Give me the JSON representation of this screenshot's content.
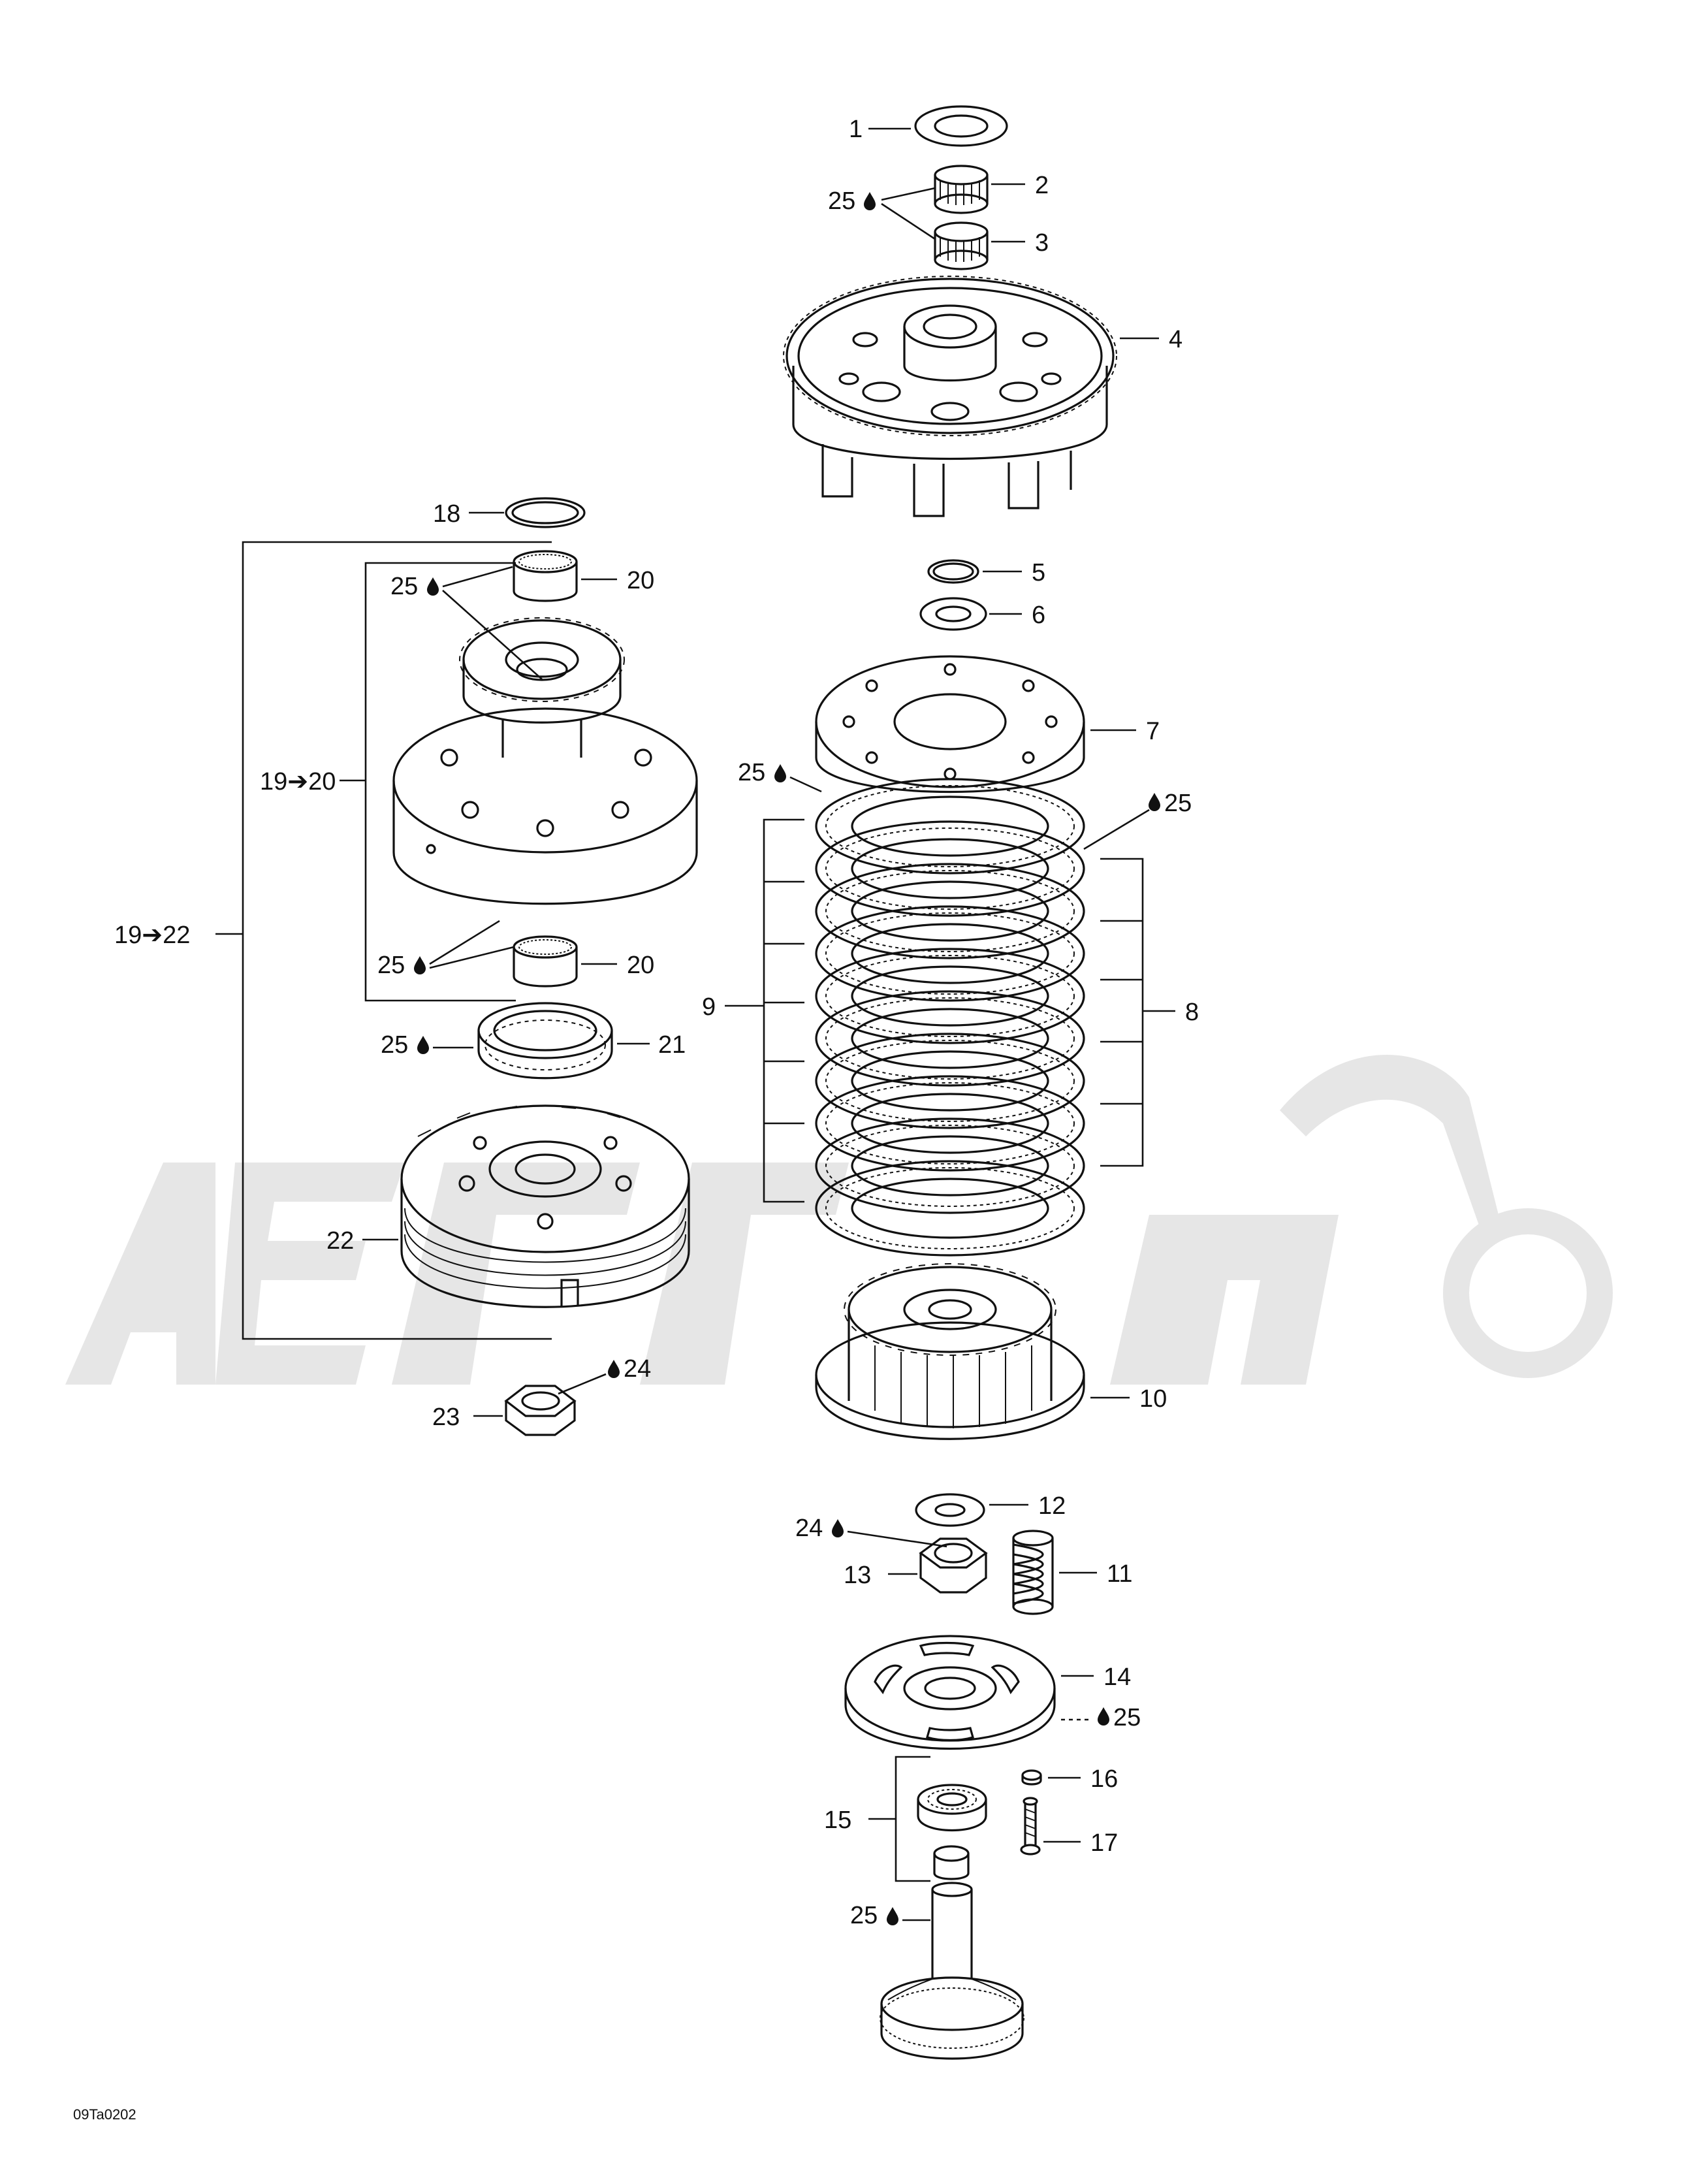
{
  "labels": {
    "l1": "1",
    "l2": "2",
    "l25a": "25",
    "l3": "3",
    "l4": "4",
    "l5": "5",
    "l6": "6",
    "l7": "7",
    "l25b": "25",
    "l25c": "25",
    "l8": "8",
    "l9": "9",
    "l10": "10",
    "l12": "12",
    "l24a": "24",
    "l11": "11",
    "l13": "13",
    "l14": "14",
    "l25d": "25",
    "l16": "16",
    "l15": "15",
    "l17": "17",
    "l25e": "25",
    "l18": "18",
    "l25f": "25",
    "l20a": "20",
    "l19to20": "19➔20",
    "l19to22": "19➔22",
    "l25g": "25",
    "l20b": "20",
    "l25h": "25",
    "l21": "21",
    "l22": "22",
    "l24b": "24",
    "l23": "23"
  },
  "drawing_code": "09Ta0202",
  "icons": {
    "lubricant": "oil-drop-icon"
  }
}
